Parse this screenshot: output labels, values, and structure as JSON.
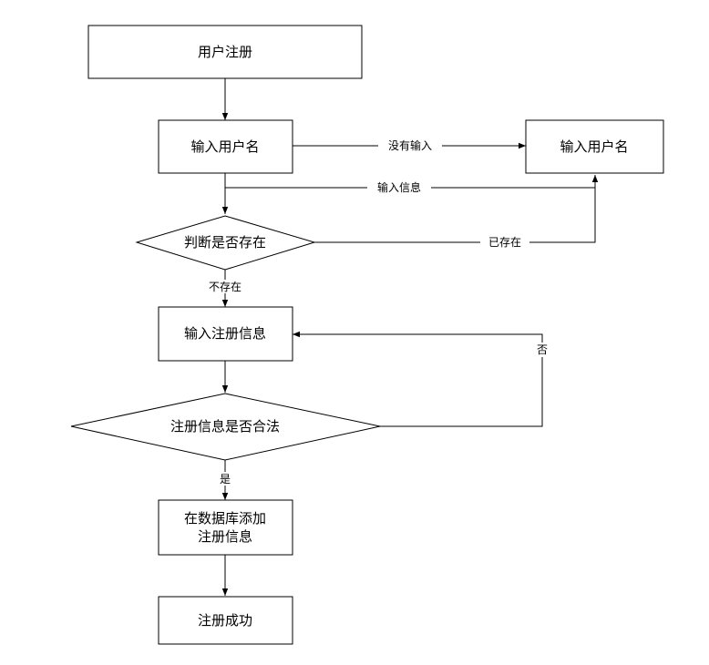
{
  "nodes": {
    "register": "用户注册",
    "input_username": "输入用户名",
    "input_username_right": "输入用户名",
    "check_exists": "判断是否存在",
    "input_info": "输入注册信息",
    "check_valid": "注册信息是否合法",
    "db_add_line1": "在数据库添加",
    "db_add_line2": "注册信息",
    "success": "注册成功"
  },
  "edges": {
    "no_input": "没有输入",
    "input_info": "输入信息",
    "exists": "已存在",
    "not_exists": "不存在",
    "no": "否",
    "yes": "是"
  }
}
